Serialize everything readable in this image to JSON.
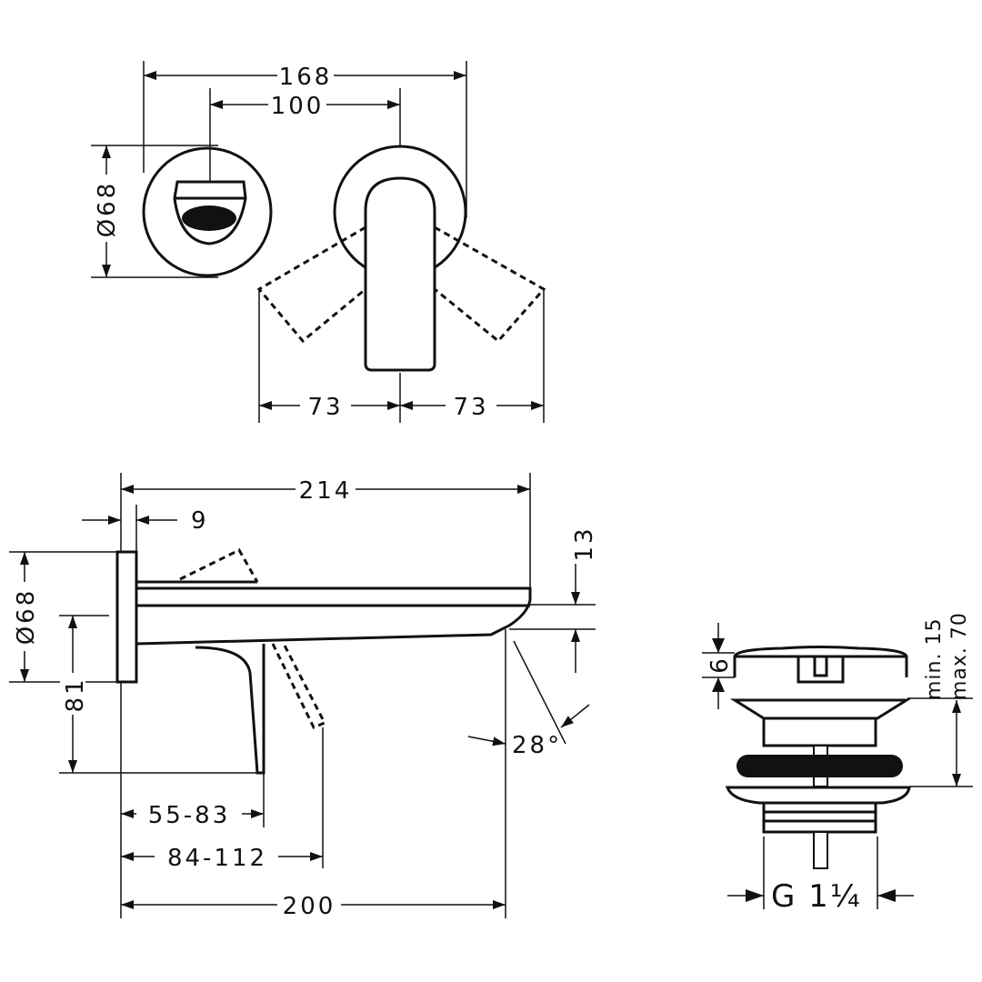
{
  "top_view": {
    "width_total": "168",
    "center_distance": "100",
    "plate_diameter": "Ø68",
    "lever_swing_left": "73",
    "lever_swing_right": "73"
  },
  "side_view": {
    "projection": "214",
    "plate_depth": "9",
    "plate_diameter": "Ø68",
    "outlet_height": "81",
    "spout_thickness": "13",
    "angle": "28°",
    "lever_range_1": "55-83",
    "lever_range_2": "84-112",
    "spout_length": "200"
  },
  "waste_valve": {
    "cap_height": "6",
    "min_label": "min. 15",
    "max_label": "max. 70",
    "thread": "G 1¼"
  },
  "colors": {
    "line": "#111111",
    "background": "#ffffff"
  }
}
